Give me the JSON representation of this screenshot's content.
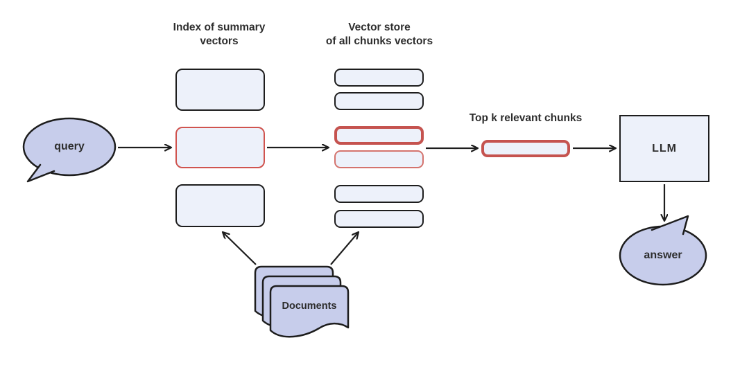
{
  "diagram": {
    "colors": {
      "background": "#ffffff",
      "node_fill": "#edf1fa",
      "speech_fill": "#c7cdeb",
      "outline": "#1d1d1d",
      "highlight_strong": "#c5534f",
      "highlight_mid": "#d0544f",
      "highlight_soft": "#d4736d",
      "text": "#2d2d2d"
    },
    "query_bubble": {
      "label": "query"
    },
    "index_column": {
      "title": "Index of summary\nvectors",
      "boxes": [
        {
          "id": "summary-vector-1",
          "highlight": "none"
        },
        {
          "id": "summary-vector-2",
          "highlight": "mid"
        },
        {
          "id": "summary-vector-3",
          "highlight": "none"
        }
      ]
    },
    "vector_column": {
      "title": "Vector store\nof all chunks vectors",
      "boxes": [
        {
          "id": "chunk-vector-1",
          "highlight": "none"
        },
        {
          "id": "chunk-vector-2",
          "highlight": "none"
        },
        {
          "id": "chunk-vector-3",
          "highlight": "strong"
        },
        {
          "id": "chunk-vector-4",
          "highlight": "soft"
        },
        {
          "id": "chunk-vector-5",
          "highlight": "none"
        },
        {
          "id": "chunk-vector-6",
          "highlight": "none"
        }
      ]
    },
    "topk": {
      "label": "Top k relevant chunks"
    },
    "llm": {
      "label": "LLM"
    },
    "answer_bubble": {
      "label": "answer"
    },
    "documents": {
      "label": "Documents"
    }
  }
}
